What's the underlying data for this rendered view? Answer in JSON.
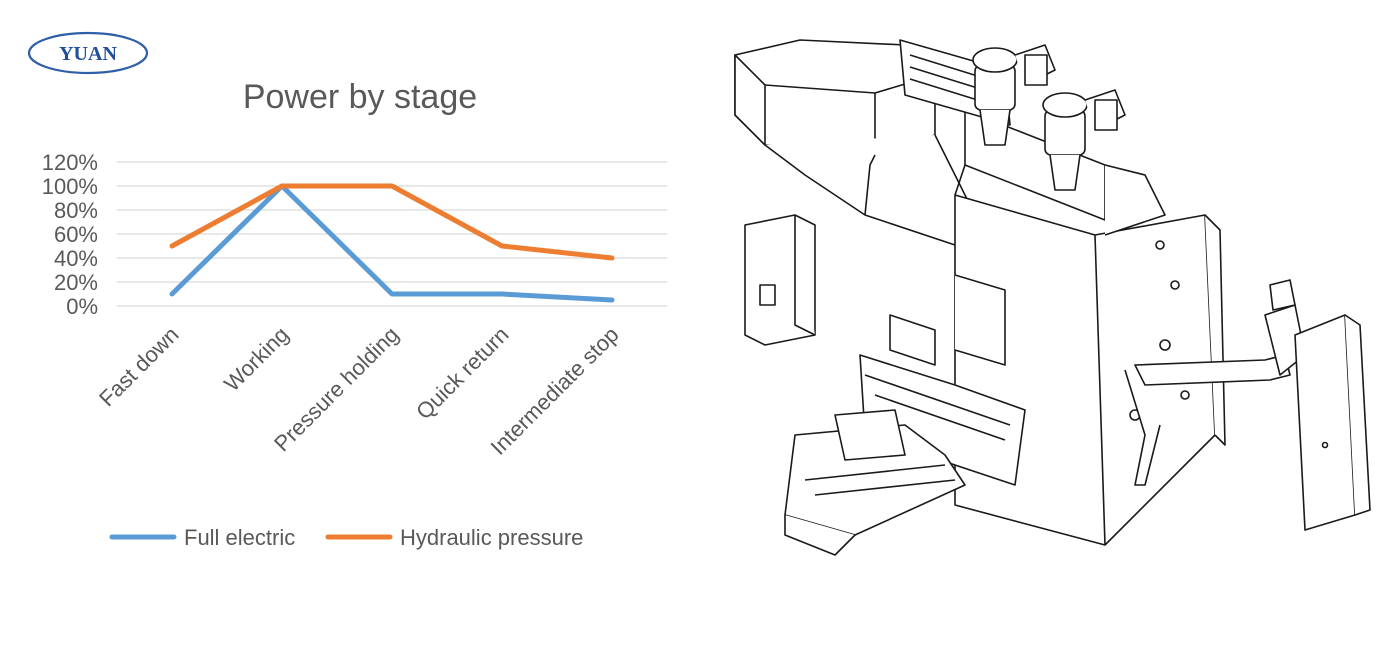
{
  "logo": {
    "text": "YUAN"
  },
  "chart_data": {
    "type": "line",
    "title": "Power by stage",
    "categories": [
      "Fast down",
      "Working",
      "Pressure holding",
      "Quick return",
      "Intermediate stop"
    ],
    "series": [
      {
        "name": "Full electric",
        "values": [
          10,
          100,
          10,
          10,
          5
        ],
        "color": "#5b9bd5"
      },
      {
        "name": "Hydraulic pressure",
        "values": [
          50,
          100,
          100,
          50,
          40
        ],
        "color": "#ed7d31"
      }
    ],
    "y_ticks": [
      "0%",
      "20%",
      "40%",
      "60%",
      "80%",
      "100%",
      "120%"
    ],
    "ylim": [
      0,
      120
    ],
    "grid": true,
    "legend": "bottom"
  }
}
